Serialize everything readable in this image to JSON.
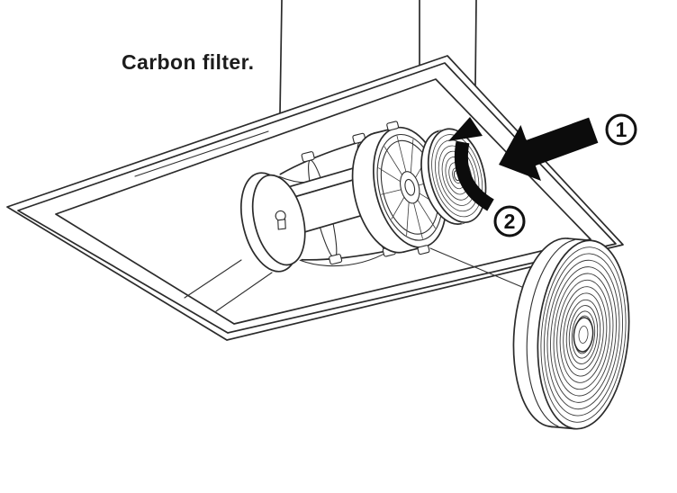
{
  "title": "Carbon filter.",
  "steps": [
    {
      "label": "1"
    },
    {
      "label": "2"
    }
  ],
  "icons": {
    "insert_arrow": "solid-arrow-pointing-down-left",
    "rotate_arrow": "curved-arrow-counterclockwise-up"
  },
  "colors": {
    "background": "#ffffff",
    "line": "#2b2b2b",
    "arrow": "#0c0c0c",
    "text": "#1c1c1c"
  }
}
